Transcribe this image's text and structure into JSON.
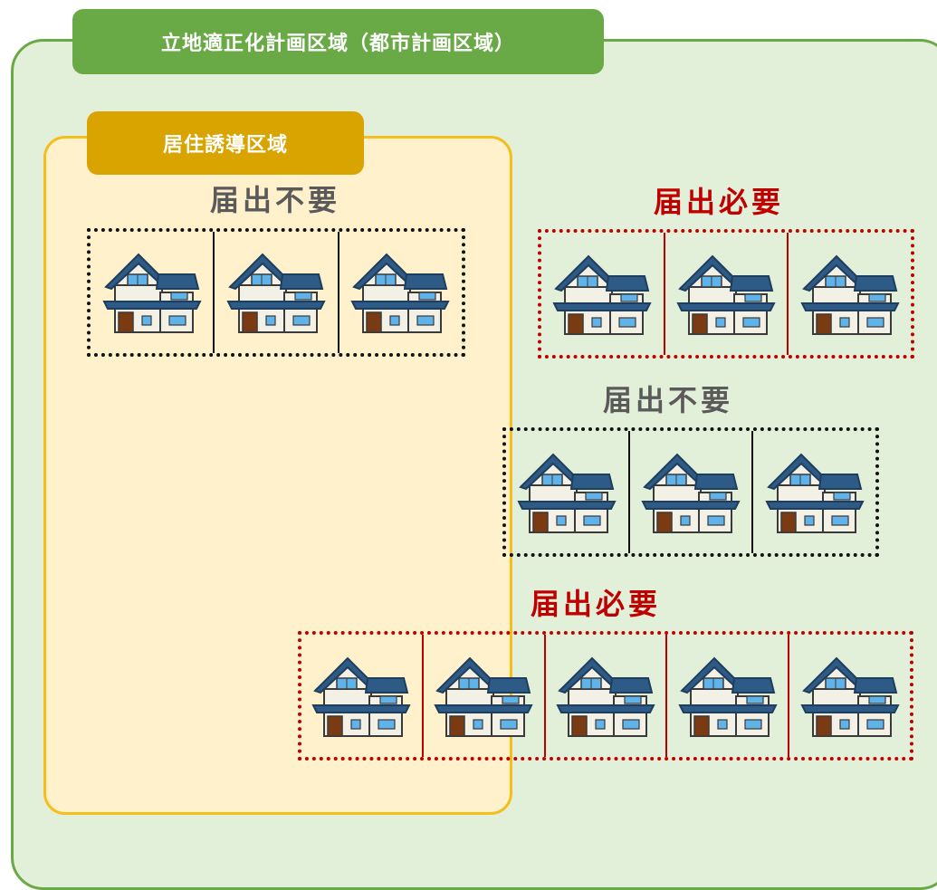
{
  "outer_zone": {
    "label": "立地適正化計画区域（都市計画区域）"
  },
  "inner_zone": {
    "label": "居住誘導区域"
  },
  "groups": [
    {
      "status": "届出不要",
      "house_count": 3,
      "icon": "house-icon"
    },
    {
      "status": "届出必要",
      "house_count": 3,
      "icon": "house-icon"
    },
    {
      "status": "届出不要",
      "house_count": 3,
      "icon": "house-icon"
    },
    {
      "status": "届出必要",
      "house_count": 5,
      "icon": "house-icon"
    }
  ],
  "colors": {
    "outer_fill": "#e2efd9",
    "outer_border": "#6aaa46",
    "inner_fill": "#fff1cb",
    "inner_border": "#f5be1c",
    "inner_label": "#d9a400",
    "required": "#c00000",
    "not_required": "#5a5a5a"
  }
}
